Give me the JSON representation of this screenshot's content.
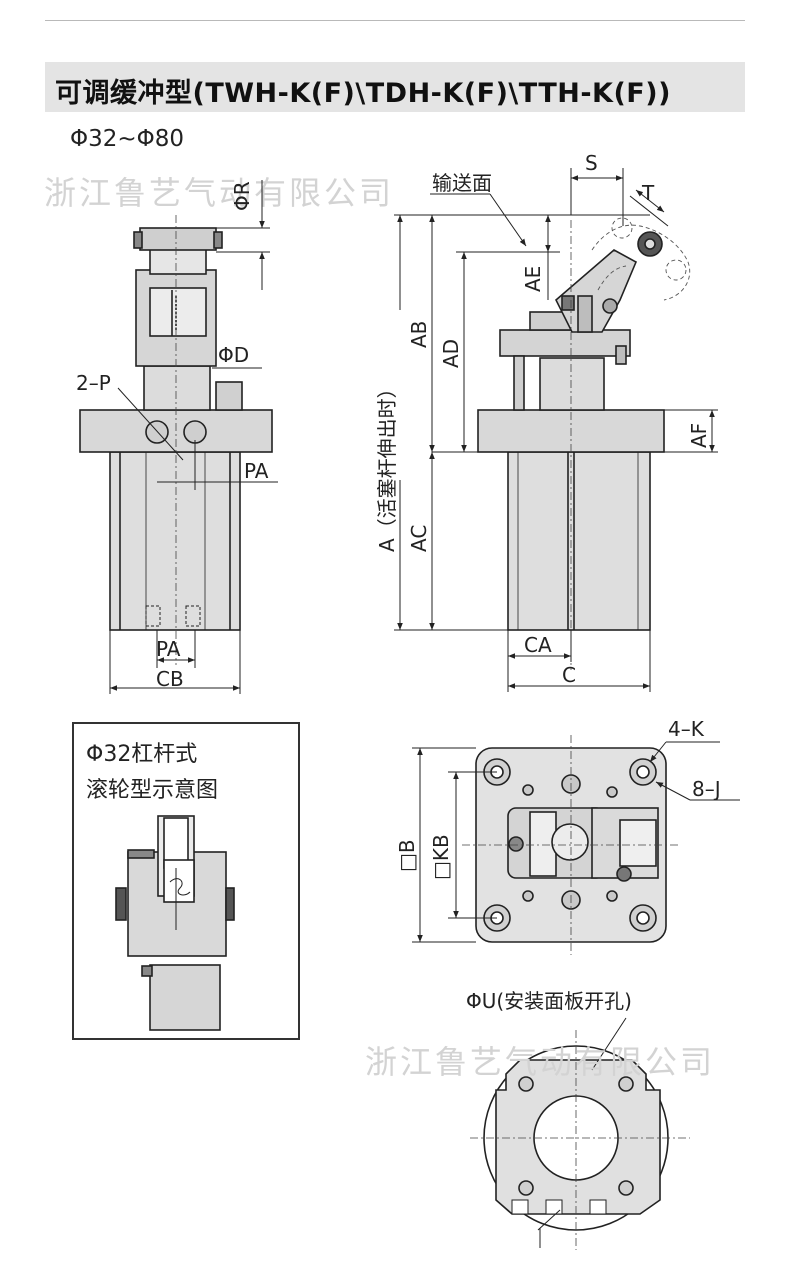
{
  "header": {
    "title": "可调缓冲型(TWH-K(F)\\TDH-K(F)\\TTH-K(F))",
    "size_range": "Φ32~Φ80"
  },
  "watermark": {
    "text": "浙江鲁艺气动有限公司"
  },
  "inset": {
    "line1": "Φ32杠杆式",
    "line2": "滚轮型示意图"
  },
  "labels": {
    "phi_r": "ΦR",
    "phi_d": "ΦD",
    "two_p": "2–P",
    "pa": "PA",
    "cb": "CB",
    "conveying_surface": "输送面",
    "s": "S",
    "t": "T",
    "ae": "AE",
    "ab": "AB",
    "ad": "AD",
    "af": "AF",
    "a": "A（活塞杆伸出时）",
    "ac": "AC",
    "ca": "CA",
    "c": "C",
    "four_k": "4–K",
    "eight_j": "8–J",
    "b": "□B",
    "kb": "□KB",
    "phi_u": "ΦU(安装面板开孔)"
  },
  "colors": {
    "body": "#dcdcdc",
    "dark": "#9a9a9a",
    "line": "#222222",
    "title_bg": "#e4e4e4"
  }
}
